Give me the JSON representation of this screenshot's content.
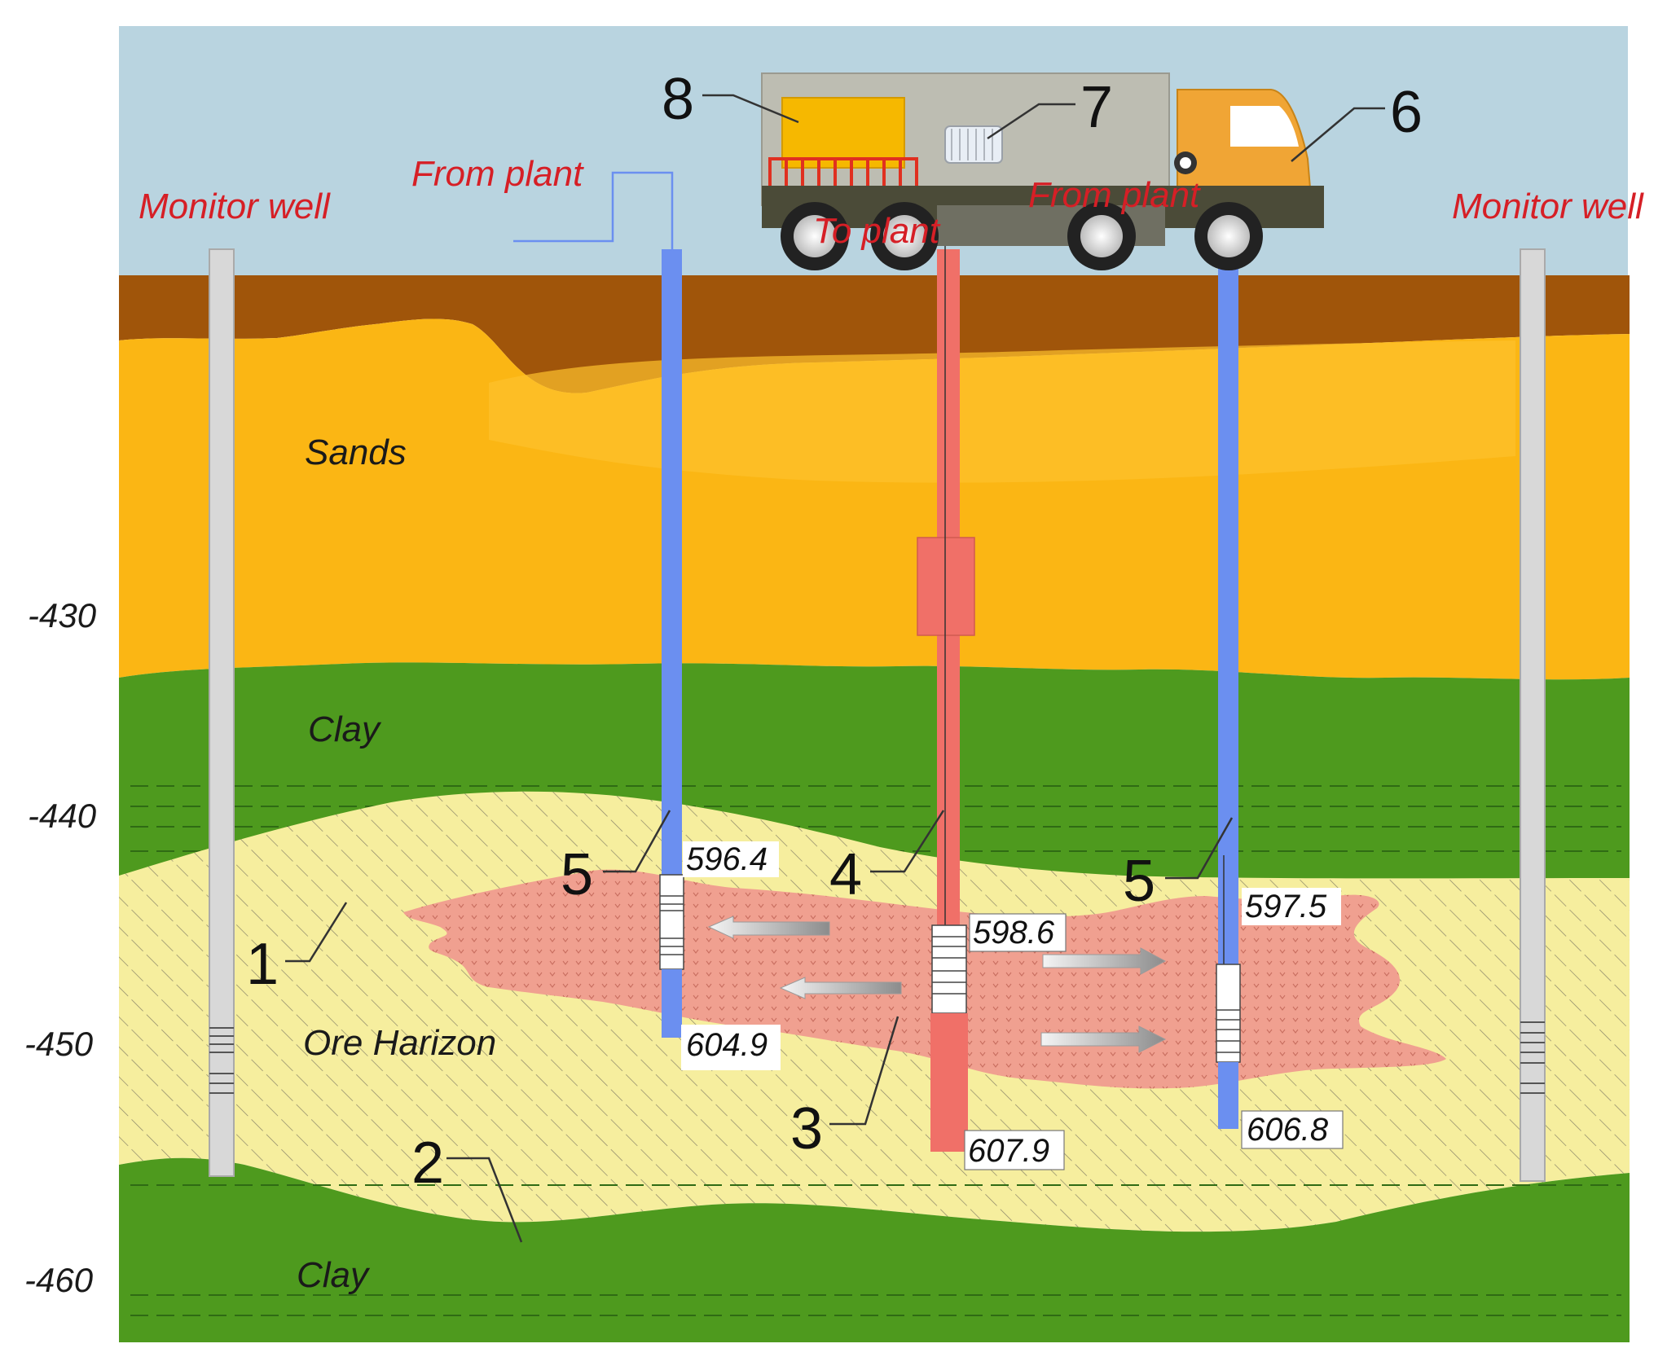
{
  "top_labels": {
    "monitor_well_left": "Monitor well",
    "monitor_well_right": "Monitor well",
    "from_plant_left": "From plant",
    "from_plant_truck": "From plant",
    "to_plant": "To plant"
  },
  "layers": {
    "sands": "Sands",
    "clay_upper": "Clay",
    "ore": "Ore Harizon",
    "clay_lower": "Clay"
  },
  "depth_scale": [
    "-430",
    "-440",
    "-450",
    "-460"
  ],
  "callouts": {
    "n1": "1",
    "n2": "2",
    "n3": "3",
    "n4": "4",
    "n5_left": "5",
    "n5_right": "5",
    "n6": "6",
    "n7": "7",
    "n8": "8"
  },
  "measurements": {
    "left_top": "596.4",
    "left_bottom": "604.9",
    "center_top": "598.6",
    "center_bottom": "607.9",
    "right_top": "597.5",
    "right_bottom": "606.8"
  },
  "colors": {
    "sky": "#b9d4e0",
    "topsoil": "#a0550a",
    "sands": "#fbb614",
    "clay": "#4e9a1e",
    "ore_horizon": "#f6ee9e",
    "ore_body": "#f0a090",
    "injection_well": "#6b8ff0",
    "extraction_well": "#f07068",
    "monitor_well": "#d8d8d8",
    "label_red": "#d61f26"
  }
}
